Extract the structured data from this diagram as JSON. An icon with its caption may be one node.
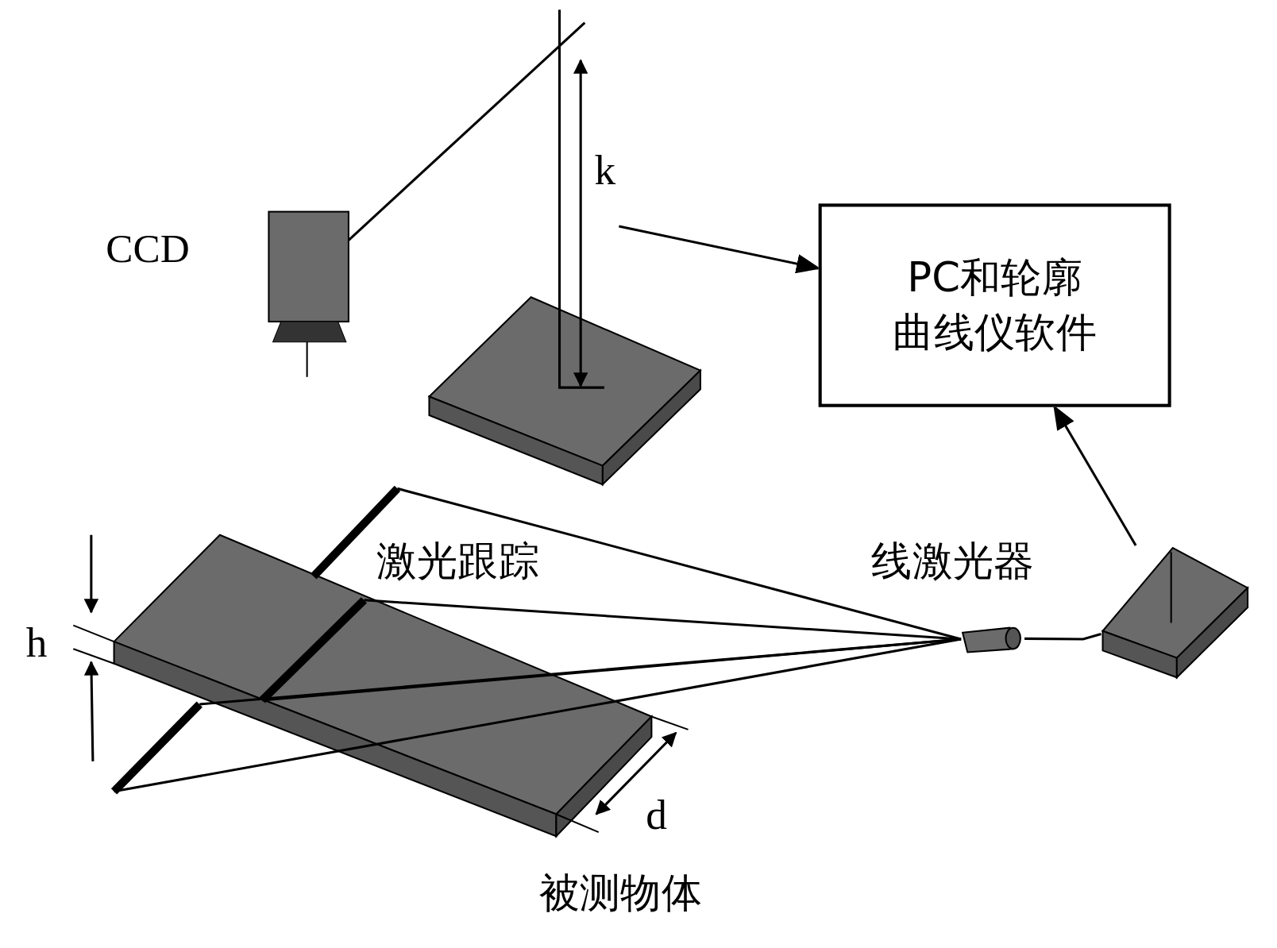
{
  "diagram": {
    "nodes": [
      {
        "text": [
          "PC和轮廓曲线仪软件"
        ]
      },
      {
        "text": [],
        "shape": "box"
      },
      {
        "text": [],
        "shape": "cylinder",
        "beside": [
          "线激光器"
        ]
      }
    ],
    "edges": [
      {
        "from": null,
        "to": 0,
        "arrow": "to"
      },
      {
        "from": 1,
        "to": 0,
        "arrow": "to"
      },
      {
        "from": 2,
        "to": 1,
        "arrow": "none"
      }
    ],
    "labels": [
      "CCD",
      "k",
      "激光跟踪",
      "h",
      "d",
      "被测物体"
    ]
  }
}
